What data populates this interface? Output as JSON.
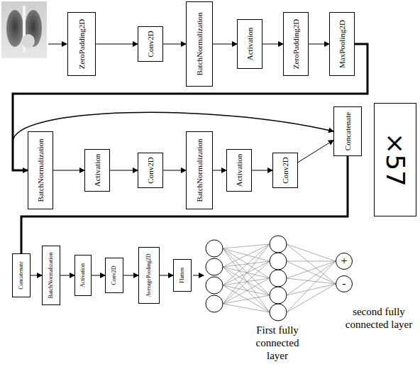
{
  "diagram": {
    "nodes": [
      {
        "text": [
          "ZeroPadding2D"
        ]
      },
      {
        "text": [
          "Conv2D"
        ]
      },
      {
        "text": [
          "BatchNormalization"
        ]
      },
      {
        "text": [
          "Activation"
        ]
      },
      {
        "text": [
          "ZeroPadding2D"
        ]
      },
      {
        "text": [
          "MaxPooling2D"
        ]
      },
      {
        "text": [
          "BatchNormalization"
        ]
      },
      {
        "text": [
          "Activation"
        ]
      },
      {
        "text": [
          "Conv2D"
        ]
      },
      {
        "text": [
          "BatchNormalization"
        ]
      },
      {
        "text": [
          "Activation"
        ]
      },
      {
        "text": [
          "Conv2D"
        ]
      },
      {
        "text": [
          "Concatenate"
        ]
      },
      {
        "text": [
          "×57"
        ]
      },
      {
        "text": [
          "Concatenate"
        ]
      },
      {
        "text": [
          "BatchNormalization"
        ]
      },
      {
        "text": [
          "Activation"
        ]
      },
      {
        "text": [
          "Conv2D"
        ]
      },
      {
        "text": [
          "AveragePooling2D"
        ]
      },
      {
        "text": [
          "Flatten"
        ]
      },
      {
        "text": [
          "+"
        ]
      },
      {
        "text": [
          "-"
        ]
      }
    ],
    "edges": [
      {
        "from": 0,
        "to": 1,
        "arrow": "to"
      },
      {
        "from": 1,
        "to": 2,
        "arrow": "to"
      },
      {
        "from": 2,
        "to": 3,
        "arrow": "to"
      },
      {
        "from": 3,
        "to": 4,
        "arrow": "to"
      },
      {
        "from": 4,
        "to": 5,
        "arrow": "to"
      },
      {
        "from": 5,
        "to": 6,
        "arrow": "to"
      },
      {
        "from": 5,
        "to": 12,
        "arrow": "to"
      },
      {
        "from": 6,
        "to": 7,
        "arrow": "to"
      },
      {
        "from": 7,
        "to": 8,
        "arrow": "to"
      },
      {
        "from": 8,
        "to": 9,
        "arrow": "to"
      },
      {
        "from": 9,
        "to": 10,
        "arrow": "to"
      },
      {
        "from": 10,
        "to": 11,
        "arrow": "to"
      },
      {
        "from": 11,
        "to": 12,
        "arrow": "to"
      },
      {
        "from": 12,
        "to": 14,
        "arrow": "none"
      },
      {
        "from": 14,
        "to": 15,
        "arrow": "to"
      },
      {
        "from": 15,
        "to": 16,
        "arrow": "to"
      },
      {
        "from": 16,
        "to": 17,
        "arrow": "to"
      },
      {
        "from": 17,
        "to": 18,
        "arrow": "to"
      },
      {
        "from": 18,
        "to": 19,
        "arrow": "to"
      }
    ],
    "labels": [
      "First fully connected layer",
      "second fully connected layer"
    ]
  }
}
